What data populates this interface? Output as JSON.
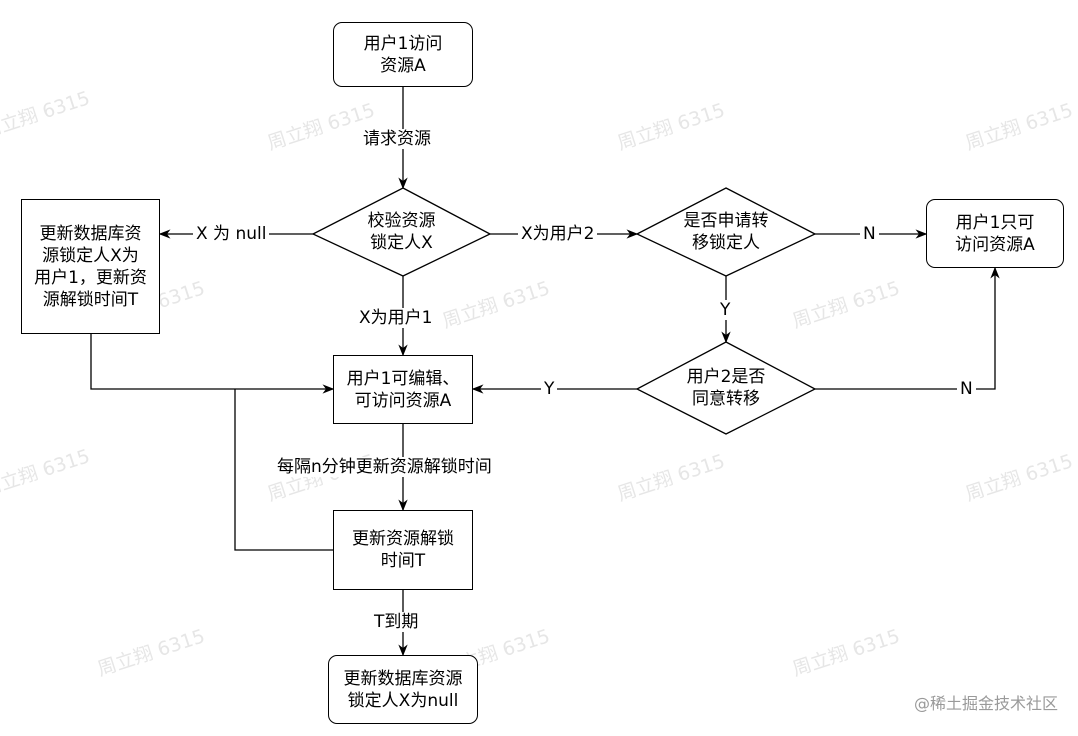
{
  "nodes": {
    "start": "用户1访问\n资源A",
    "check": "校验资源\n锁定人X",
    "update_lock": "更新数据库资\n源锁定人X为\n用户1，更新资\n源解锁时间T",
    "apply_transfer": "是否申请转\n移锁定人",
    "only_access": "用户1只可\n访问资源A",
    "editable": "用户1可编辑、\n可访问资源A",
    "agree": "用户2是否\n同意转移",
    "update_time": "更新资源解锁\n时间T",
    "end": "更新数据库资源\n锁定人X为null"
  },
  "edges": {
    "request": "请求资源",
    "x_null": "X 为 null",
    "x_user2": "X为用户2",
    "n_top": "N",
    "y_mid": "Y",
    "x_user1": "X为用户1",
    "y_left": "Y",
    "n_bottom": "N",
    "every_n_min": "每隔n分钟更新资源解锁时间",
    "t_expire": "T到期"
  },
  "watermark": "周立翔 6315",
  "brand": "@稀土掘金技术社区",
  "colors": {
    "stroke": "#000000",
    "watermark": "#e6e6e6",
    "brand": "#9a9a9a"
  }
}
